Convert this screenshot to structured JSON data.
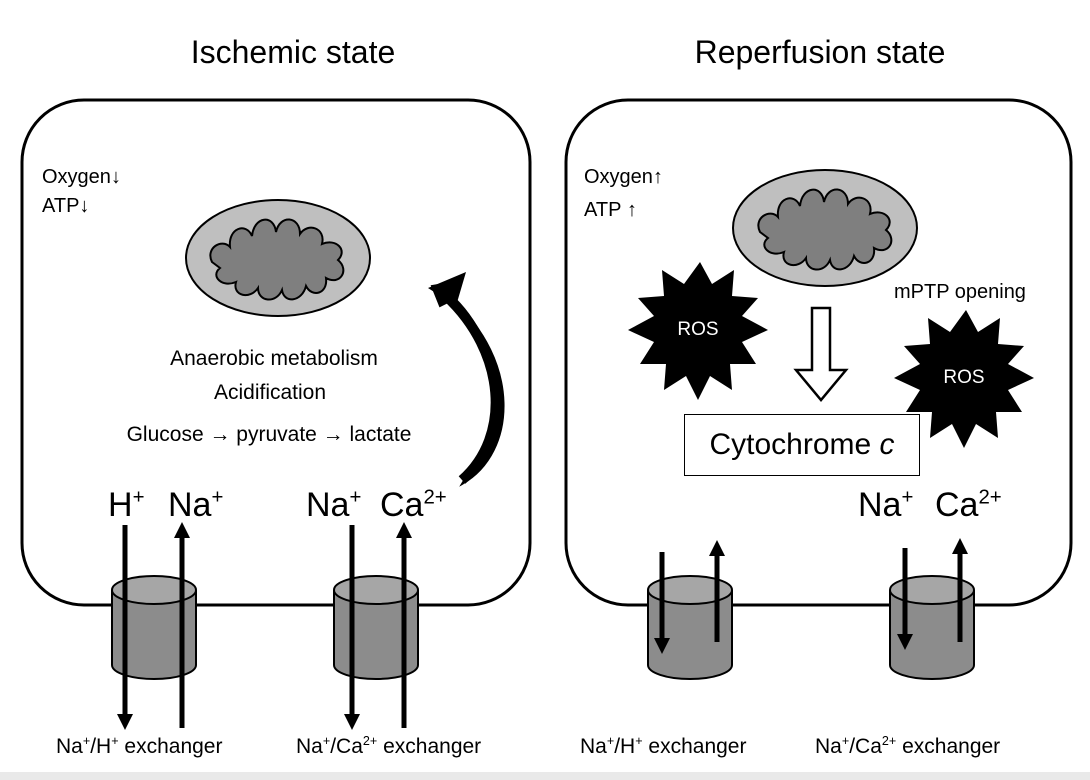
{
  "left_panel": {
    "title": "Ischemic state",
    "oxygen_label": "Oxygen",
    "oxygen_arrow": "↓",
    "atp_label": "ATP",
    "atp_arrow": "↓",
    "process_line1": "Anaerobic metabolism",
    "process_line2": "Acidification",
    "pathway": "Glucose → pyruvate → lactate",
    "ions": {
      "h": "H",
      "h_charge": "+",
      "na1": "Na",
      "na1_charge": "+",
      "na2": "Na",
      "na2_charge": "+",
      "ca": "Ca",
      "ca_charge": "2+"
    },
    "exchanger1": {
      "base": "Na",
      "charge1": "+",
      "mid": "/H",
      "charge2": "+",
      "rest": " exchanger"
    },
    "exchanger2": {
      "base": "Na",
      "charge1": "+",
      "mid": "/Ca",
      "charge2": "2+",
      "rest": " exchanger"
    }
  },
  "right_panel": {
    "title": "Reperfusion state",
    "oxygen_label": "Oxygen",
    "oxygen_arrow": "↑",
    "atp_label": "ATP",
    "atp_arrow": "↑",
    "mptp": "mPTP opening",
    "ros1": "ROS",
    "ros2": "ROS",
    "cytochrome": "Cytochrome",
    "cytochrome_letter": "c",
    "ions": {
      "na": "Na",
      "na_charge": "+",
      "ca": "Ca",
      "ca_charge": "2+"
    },
    "exchanger1": {
      "base": "Na",
      "charge1": "+",
      "mid": "/H",
      "charge2": "+",
      "rest": " exchanger"
    },
    "exchanger2": {
      "base": "Na",
      "charge1": "+",
      "mid": "/Ca",
      "charge2": "2+",
      "rest": " exchanger"
    }
  },
  "colors": {
    "cell_outline": "#000000",
    "mitochondrion_outer": "#bfbfbf",
    "mitochondrion_inner": "#7f7f7f",
    "channel": "#8c8c8c",
    "ros_fill": "#000000"
  }
}
